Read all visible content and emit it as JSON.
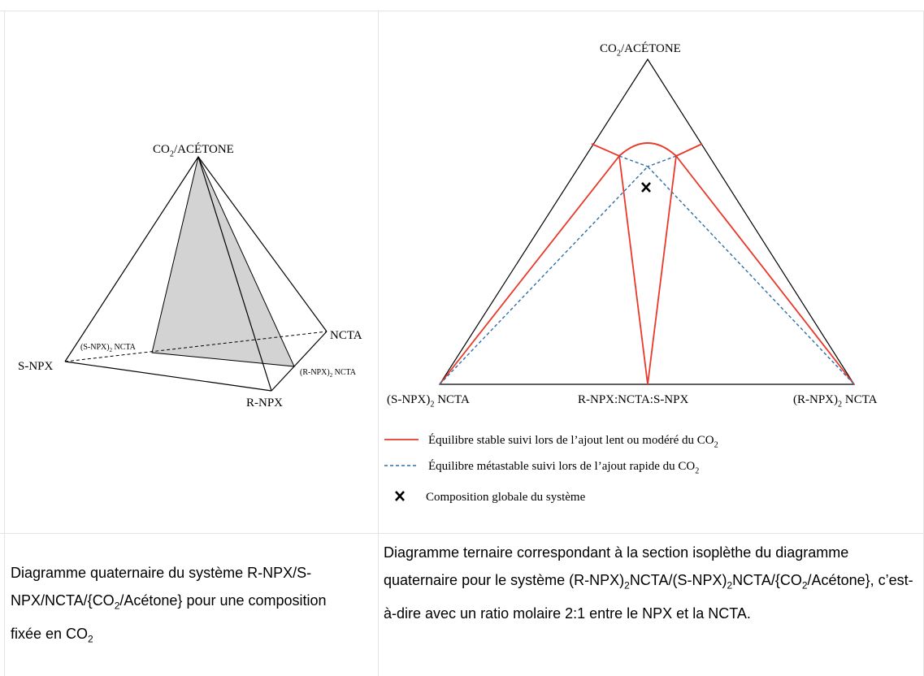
{
  "left_figure": {
    "labels": {
      "top": "CO2/ACÉTONE",
      "snpx": "S-NPX",
      "s_ncta": "(S-NPX)2 NCTA",
      "ncta": "NCTA",
      "r_ncta": "(R-NPX)2 NCTA",
      "rnpx": "R-NPX"
    }
  },
  "right_figure": {
    "labels": {
      "top": "CO2/ACÉTONE",
      "bottom_left": "(S-NPX)2 NCTA",
      "bottom_mid": "R-NPX:NCTA:S-NPX",
      "bottom_right": "(R-NPX)2 NCTA"
    },
    "legend": {
      "stable": "Équilibre stable suivi lors de l’ajout lent ou modéré du CO2",
      "metastable": "Équilibre métastable suivi lors de l’ajout rapide du CO2",
      "composition": "Composition globale du système"
    },
    "colors": {
      "stable": "#e8392a",
      "metastable": "#2f6da6",
      "shaded_plane": "#d3d3d3"
    }
  },
  "captions": {
    "left": "Diagramme quaternaire du système R-NPX/S-NPX/NCTA/{CO2/Acétone} pour une composition fixée en CO2",
    "right": "Diagramme ternaire correspondant à la section isoplèthe du diagramme quaternaire pour le système (R-NPX)2NCTA/(S-NPX)2NCTA/{CO2/Acétone}, c’est-à-dire avec un ratio molaire 2:1 entre le NPX et la NCTA."
  }
}
